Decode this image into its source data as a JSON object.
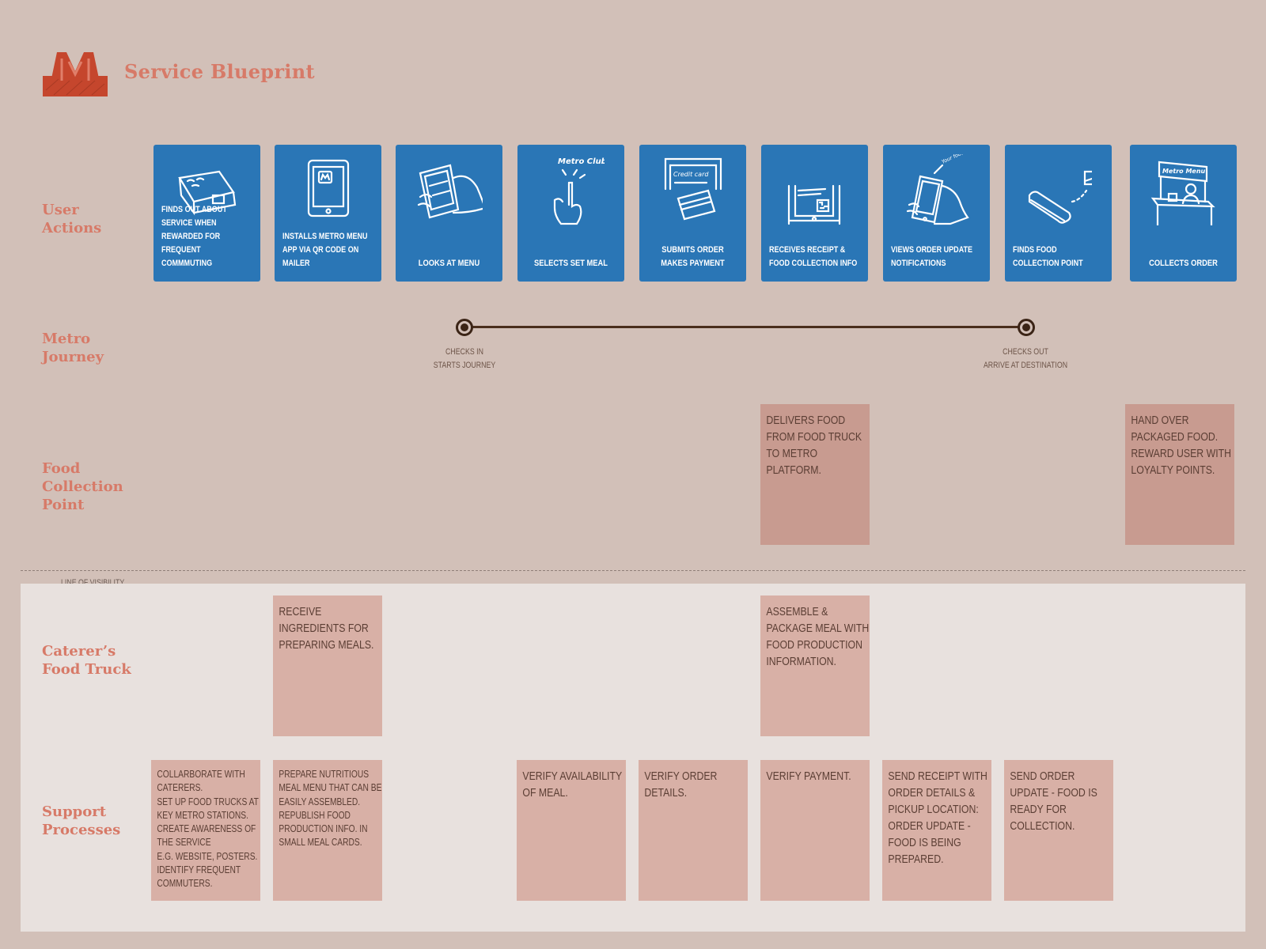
{
  "header": {
    "title": "Service Blueprint",
    "logo_icon": "metro-m-logo"
  },
  "rows": {
    "user_actions": "User\nActions",
    "metro_journey": "Metro\nJourney",
    "food_collection_point": "Food\nCollection\nPoint",
    "caterers_food_truck": "Caterer’s\nFood Truck",
    "support_processes": "Support\nProcesses"
  },
  "user_actions": [
    {
      "label": "Finds out about service when rewarded for frequent commmuting",
      "icon": "food-voucher-sketch-icon"
    },
    {
      "label": "Installs Metro Menu app via QR code on mailer",
      "icon": "tablet-app-sketch-icon"
    },
    {
      "label": "Looks at menu",
      "icon": "hand-holding-phone-sketch-icon"
    },
    {
      "label": "Selects set meal",
      "icon": "finger-tap-sketch-icon",
      "sketch_text": "Metro Club"
    },
    {
      "label": "Submits order\nmakes payment",
      "icon": "card-payment-sketch-icon",
      "sketch_text": "Credit card"
    },
    {
      "label": "Receives receipt & food collection info",
      "icon": "phone-qr-receipt-sketch-icon"
    },
    {
      "label": "Views order update notifications",
      "icon": "phone-notification-sketch-icon",
      "sketch_text": "Your food is being prepared"
    },
    {
      "label": "Finds food collection point",
      "icon": "train-to-kiosk-sketch-icon"
    },
    {
      "label": "Collects order",
      "icon": "collection-kiosk-sketch-icon",
      "sketch_text": "Metro Menu"
    }
  ],
  "journey": {
    "start": "Checks in\nStarts journey",
    "end": "Checks out\nArrive at destination"
  },
  "line_of_visibility": "Line of visibility",
  "food_collection_point": [
    "Delivers food from food truck to metro platform.",
    "Hand over packaged food. Reward user with loyalty points."
  ],
  "caterers_food_truck": [
    "Receive ingredients for preparing meals.",
    "Assemble & package meal with food production information."
  ],
  "support_processes": [
    "Collarborate with caterers.\nSet up food trucks at key metro stations.\nCreate awareness of the service\ne.g. website, posters.\nIdentify frequent commuters.",
    "Prepare nutritious meal menu that can be easily assembled.\nRepublish food production info. in small meal cards.",
    "Verify availability of meal.",
    "Verify order details.",
    "Verify payment.",
    "Send receipt with order details & pickup location: order update - food is being prepared.",
    "Send order update - food is ready for collection."
  ],
  "colors": {
    "background": "#d2c0b8",
    "card_blue": "#2a76b6",
    "label_coral": "#d77a68",
    "note_pink": "#d8b0a6",
    "panel": "#e8e1de"
  }
}
